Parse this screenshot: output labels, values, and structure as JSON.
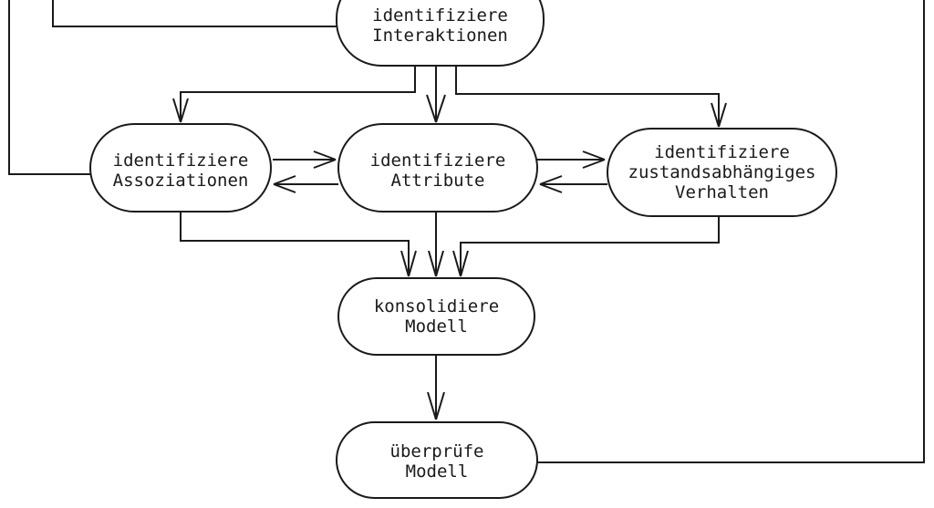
{
  "figure": {
    "background": "#ffffff",
    "ink_color": "#1a1a1a",
    "description": "Process flow diagram (cropped at top), German labels, rounded stadium nodes with open-V arrowheads"
  },
  "nodes": {
    "interaktionen": {
      "lines": [
        "identifiziere",
        "Interaktionen"
      ]
    },
    "assoziationen": {
      "lines": [
        "identifiziere",
        "Assoziationen"
      ]
    },
    "attribute": {
      "lines": [
        "identifiziere",
        "Attribute"
      ]
    },
    "verhalten": {
      "lines": [
        "identifiziere",
        "zustandsabhängiges",
        "Verhalten"
      ]
    },
    "konsolidiere": {
      "lines": [
        "konsolidiere",
        "Modell"
      ]
    },
    "ueberpruefe": {
      "lines": [
        "überprüfe",
        "Modell"
      ]
    }
  },
  "edges": [
    {
      "from": "offscreen-top",
      "to": "assoziationen",
      "arrow": false
    },
    {
      "from": "offscreen-top",
      "to": "interaktionen",
      "arrow": false
    },
    {
      "from": "interaktionen",
      "to": "assoziationen",
      "arrow": true
    },
    {
      "from": "interaktionen",
      "to": "attribute",
      "arrow": true
    },
    {
      "from": "interaktionen",
      "to": "verhalten",
      "arrow": true
    },
    {
      "from": "assoziationen",
      "to": "attribute",
      "arrow": true
    },
    {
      "from": "attribute",
      "to": "assoziationen",
      "arrow": true
    },
    {
      "from": "attribute",
      "to": "verhalten",
      "arrow": true
    },
    {
      "from": "verhalten",
      "to": "attribute",
      "arrow": true
    },
    {
      "from": "assoziationen",
      "to": "konsolidiere",
      "arrow": true
    },
    {
      "from": "attribute",
      "to": "konsolidiere",
      "arrow": true
    },
    {
      "from": "verhalten",
      "to": "konsolidiere",
      "arrow": true
    },
    {
      "from": "konsolidiere",
      "to": "ueberpruefe",
      "arrow": true
    },
    {
      "from": "ueberpruefe",
      "to": "offscreen-top-right",
      "arrow": false
    }
  ]
}
